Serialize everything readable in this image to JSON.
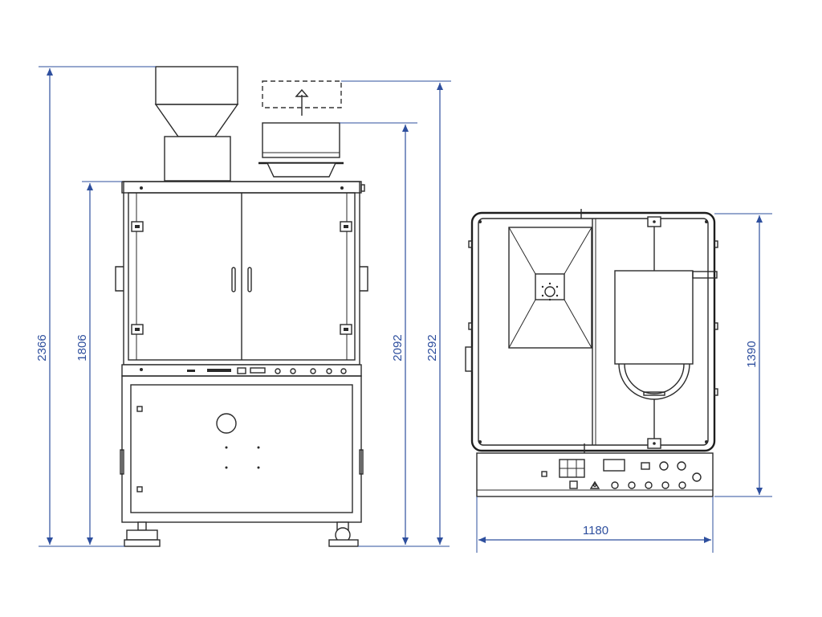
{
  "dimensions": {
    "total_height_to_hopper": "2366",
    "cabinet_height": "1806",
    "height_to_lid": "2092",
    "height_to_open_lid": "2292",
    "plan_depth": "1390",
    "plan_width": "1180"
  },
  "colors": {
    "dimension": "#2e4f9e",
    "line": "#2a2a2a",
    "background": "#ffffff"
  }
}
